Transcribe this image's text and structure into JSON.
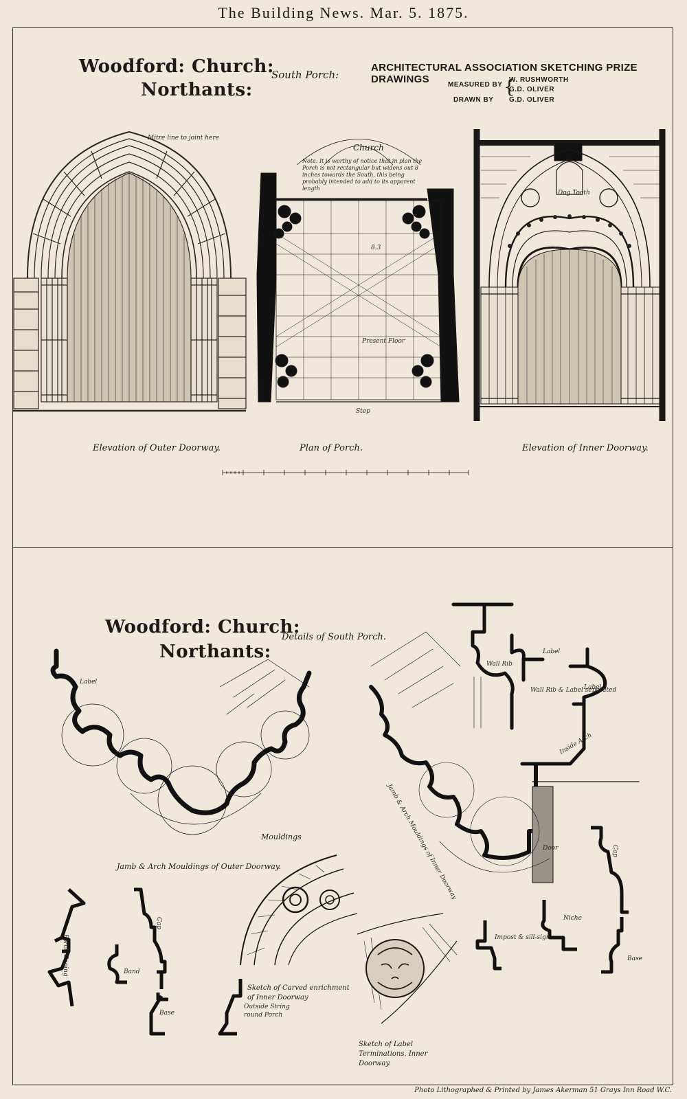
{
  "header": "The Building News. Mar. 5. 1875.",
  "top": {
    "title_line1": "Woodford: Church:",
    "title_line2": "Northants:",
    "subtitle": "South Porch:",
    "association_title": "ARCHITECTURAL ASSOCIATION SKETCHING PRIZE DRAWINGS",
    "measured_by_label": "MEASURED BY",
    "measured_by_names": [
      "W. RUSHWORTH",
      "G.D. OLIVER"
    ],
    "drawn_by_label": "DRAWN BY",
    "drawn_by_name": "G.D. OLIVER",
    "outer_note": "Mitre line to joint here",
    "plan_church_label": "Church",
    "plan_note": "Note: It is worthy of notice that in plan the Porch is not rectangular but widens out 8 inches towards the South, this being probably intended to add to its apparent length",
    "plan_labels": {
      "step": "Step",
      "floor": "Present Floor",
      "dim": "8.3"
    },
    "inner_note": "Dog Tooth",
    "caption_outer": "Elevation of Outer Doorway.",
    "caption_plan": "Plan of Porch.",
    "caption_inner": "Elevation of Inner Doorway."
  },
  "bottom": {
    "title_line1": "Woodford: Church:",
    "title_line2": "Northants:",
    "subtitle": "Details of South Porch.",
    "mouldings_label": "Mouldings",
    "label_label": "Label",
    "wall_rib_label": "Wall Rib",
    "wall_rib_note": "Wall Rib & Label separated",
    "inside_arch_label": "Inside Arch",
    "door_label": "Door",
    "caption_jamb": "Jamb & Arch Mouldings of Outer Doorway.",
    "caption_arch": "Jamb & Arch Mouldings of Inner Doorway",
    "caption_carved": "Sketch of Carved enrichment of Inner Doorway",
    "caption_label_term": "Sketch of Label Terminations. Inner Doorway.",
    "band_label": "Band",
    "base_label": "Base",
    "cap_label": "Cap",
    "outside_string": "Outside String round Porch",
    "niche_label": "Niche",
    "impost_label": "Impost & sill-sign",
    "porch_coping": "Porch Coping"
  },
  "imprint": "Photo Lithographed & Printed by James Akerman 51 Grays Inn Road W.C."
}
